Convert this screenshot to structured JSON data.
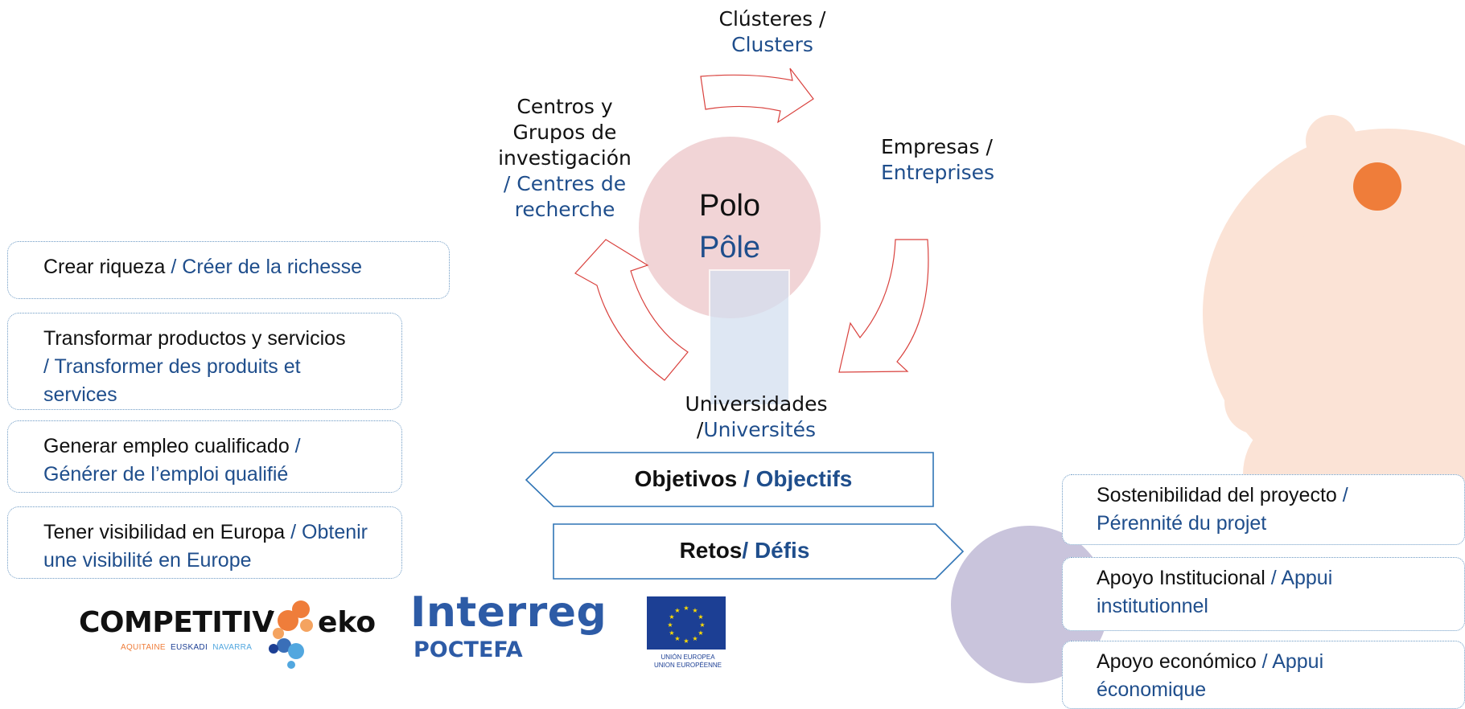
{
  "cycle": {
    "center": {
      "es": "Polo",
      "fr": "Pôle"
    },
    "nodes": [
      {
        "id": "clusters",
        "es": "Clústeres /",
        "fr": "Clusters"
      },
      {
        "id": "empresas",
        "es": "Empresas /",
        "fr": "Entreprises"
      },
      {
        "id": "universidades",
        "es": "Universidades",
        "fr_prefix": "/",
        "fr": "Universités"
      },
      {
        "id": "centros",
        "es_lines": [
          "Centros y",
          "Grupos de",
          "investigación"
        ],
        "fr_lines": [
          "/ Centres de",
          "recherche"
        ]
      }
    ]
  },
  "objectives": {
    "header": {
      "es": "Objetivos",
      "sep": " / ",
      "fr": "Objectifs"
    },
    "items": [
      {
        "es": "Crear riqueza",
        "fr": " / Créer de la richesse"
      },
      {
        "es": "Transformar productos y servicios",
        "fr": " / Transformer des produits et services"
      },
      {
        "es": "Generar empleo cualificado",
        "fr": " / Générer de l’emploi qualifié"
      },
      {
        "es": "Tener visibilidad en Europa",
        "fr": " / Obtenir une visibilité en Europe"
      }
    ]
  },
  "challenges": {
    "header": {
      "es": "Retos",
      "sep": "/ ",
      "fr": "Défis"
    },
    "items": [
      {
        "es": "Sostenibilidad del proyecto",
        "fr": " / Pérennité du projet"
      },
      {
        "es": "Apoyo Institucional",
        "fr": " / Appui institutionnel"
      },
      {
        "es": "Apoyo económico",
        "fr": " / Appui économique"
      }
    ]
  },
  "logos": {
    "competitiveko": {
      "main": "COMPETITIV",
      "suffix": "eko",
      "regions": [
        "AQUITAINE",
        "EUSKADI",
        "NAVARRA"
      ]
    },
    "interreg": {
      "main": "Interreg",
      "sub": "POCTEFA"
    },
    "eu": {
      "line1": "UNIÓN EUROPEA",
      "line2": "UNION EUROPÉENNE"
    }
  },
  "colors": {
    "blue_text": "#1f4e8c",
    "box_border": "#6d9ac4",
    "center_circle": "#f1d4d6",
    "cycle_arrow": "#d9423e",
    "decor_orange": "#ef7d3a",
    "decor_peach": "#fbe3d6",
    "decor_lavender": "#c9c4dc",
    "eu_blue": "#1c3f94",
    "eu_star": "#ffdd00"
  }
}
